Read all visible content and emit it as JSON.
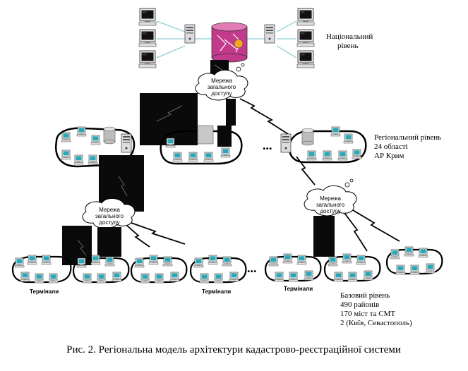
{
  "labels": {
    "national_line1": "Національний",
    "national_line2": "рівень",
    "regional_line1": "Регіональний рівень",
    "regional_line2": "24 області",
    "regional_line3": "АР Крим",
    "base_line1": "Базовий рівень",
    "base_line2": "490 районів",
    "base_line3": "170 міст та СМТ",
    "base_line4": "2 (Київ, Севастополь)",
    "cloud_top_1": "Мережа",
    "cloud_top_2": "загального",
    "cloud_top_3": "доступу",
    "cloud_left_1": "Мережа",
    "cloud_left_2": "загального",
    "cloud_left_3": "доступу",
    "cloud_right_1": "Мережа",
    "cloud_right_2": "загального",
    "cloud_right_3": "доступу",
    "terminals_1": "Термінали",
    "terminals_2": "Термінали",
    "terminals_3": "Термінали",
    "ellipsis_mid": "...",
    "ellipsis_bottom": "...",
    "caption": "Рис. 2. Регіональна модель архітектури кадастрово-реєстраційної системи"
  },
  "colors": {
    "ink": "#000000",
    "monitor_screen": "#2aa7b8",
    "monitor_body": "#e8e8e8",
    "server_body": "#dcdcdc",
    "database": "#c23a8c",
    "link": "#9fd3dc",
    "black_box": "#0a0a0a"
  }
}
